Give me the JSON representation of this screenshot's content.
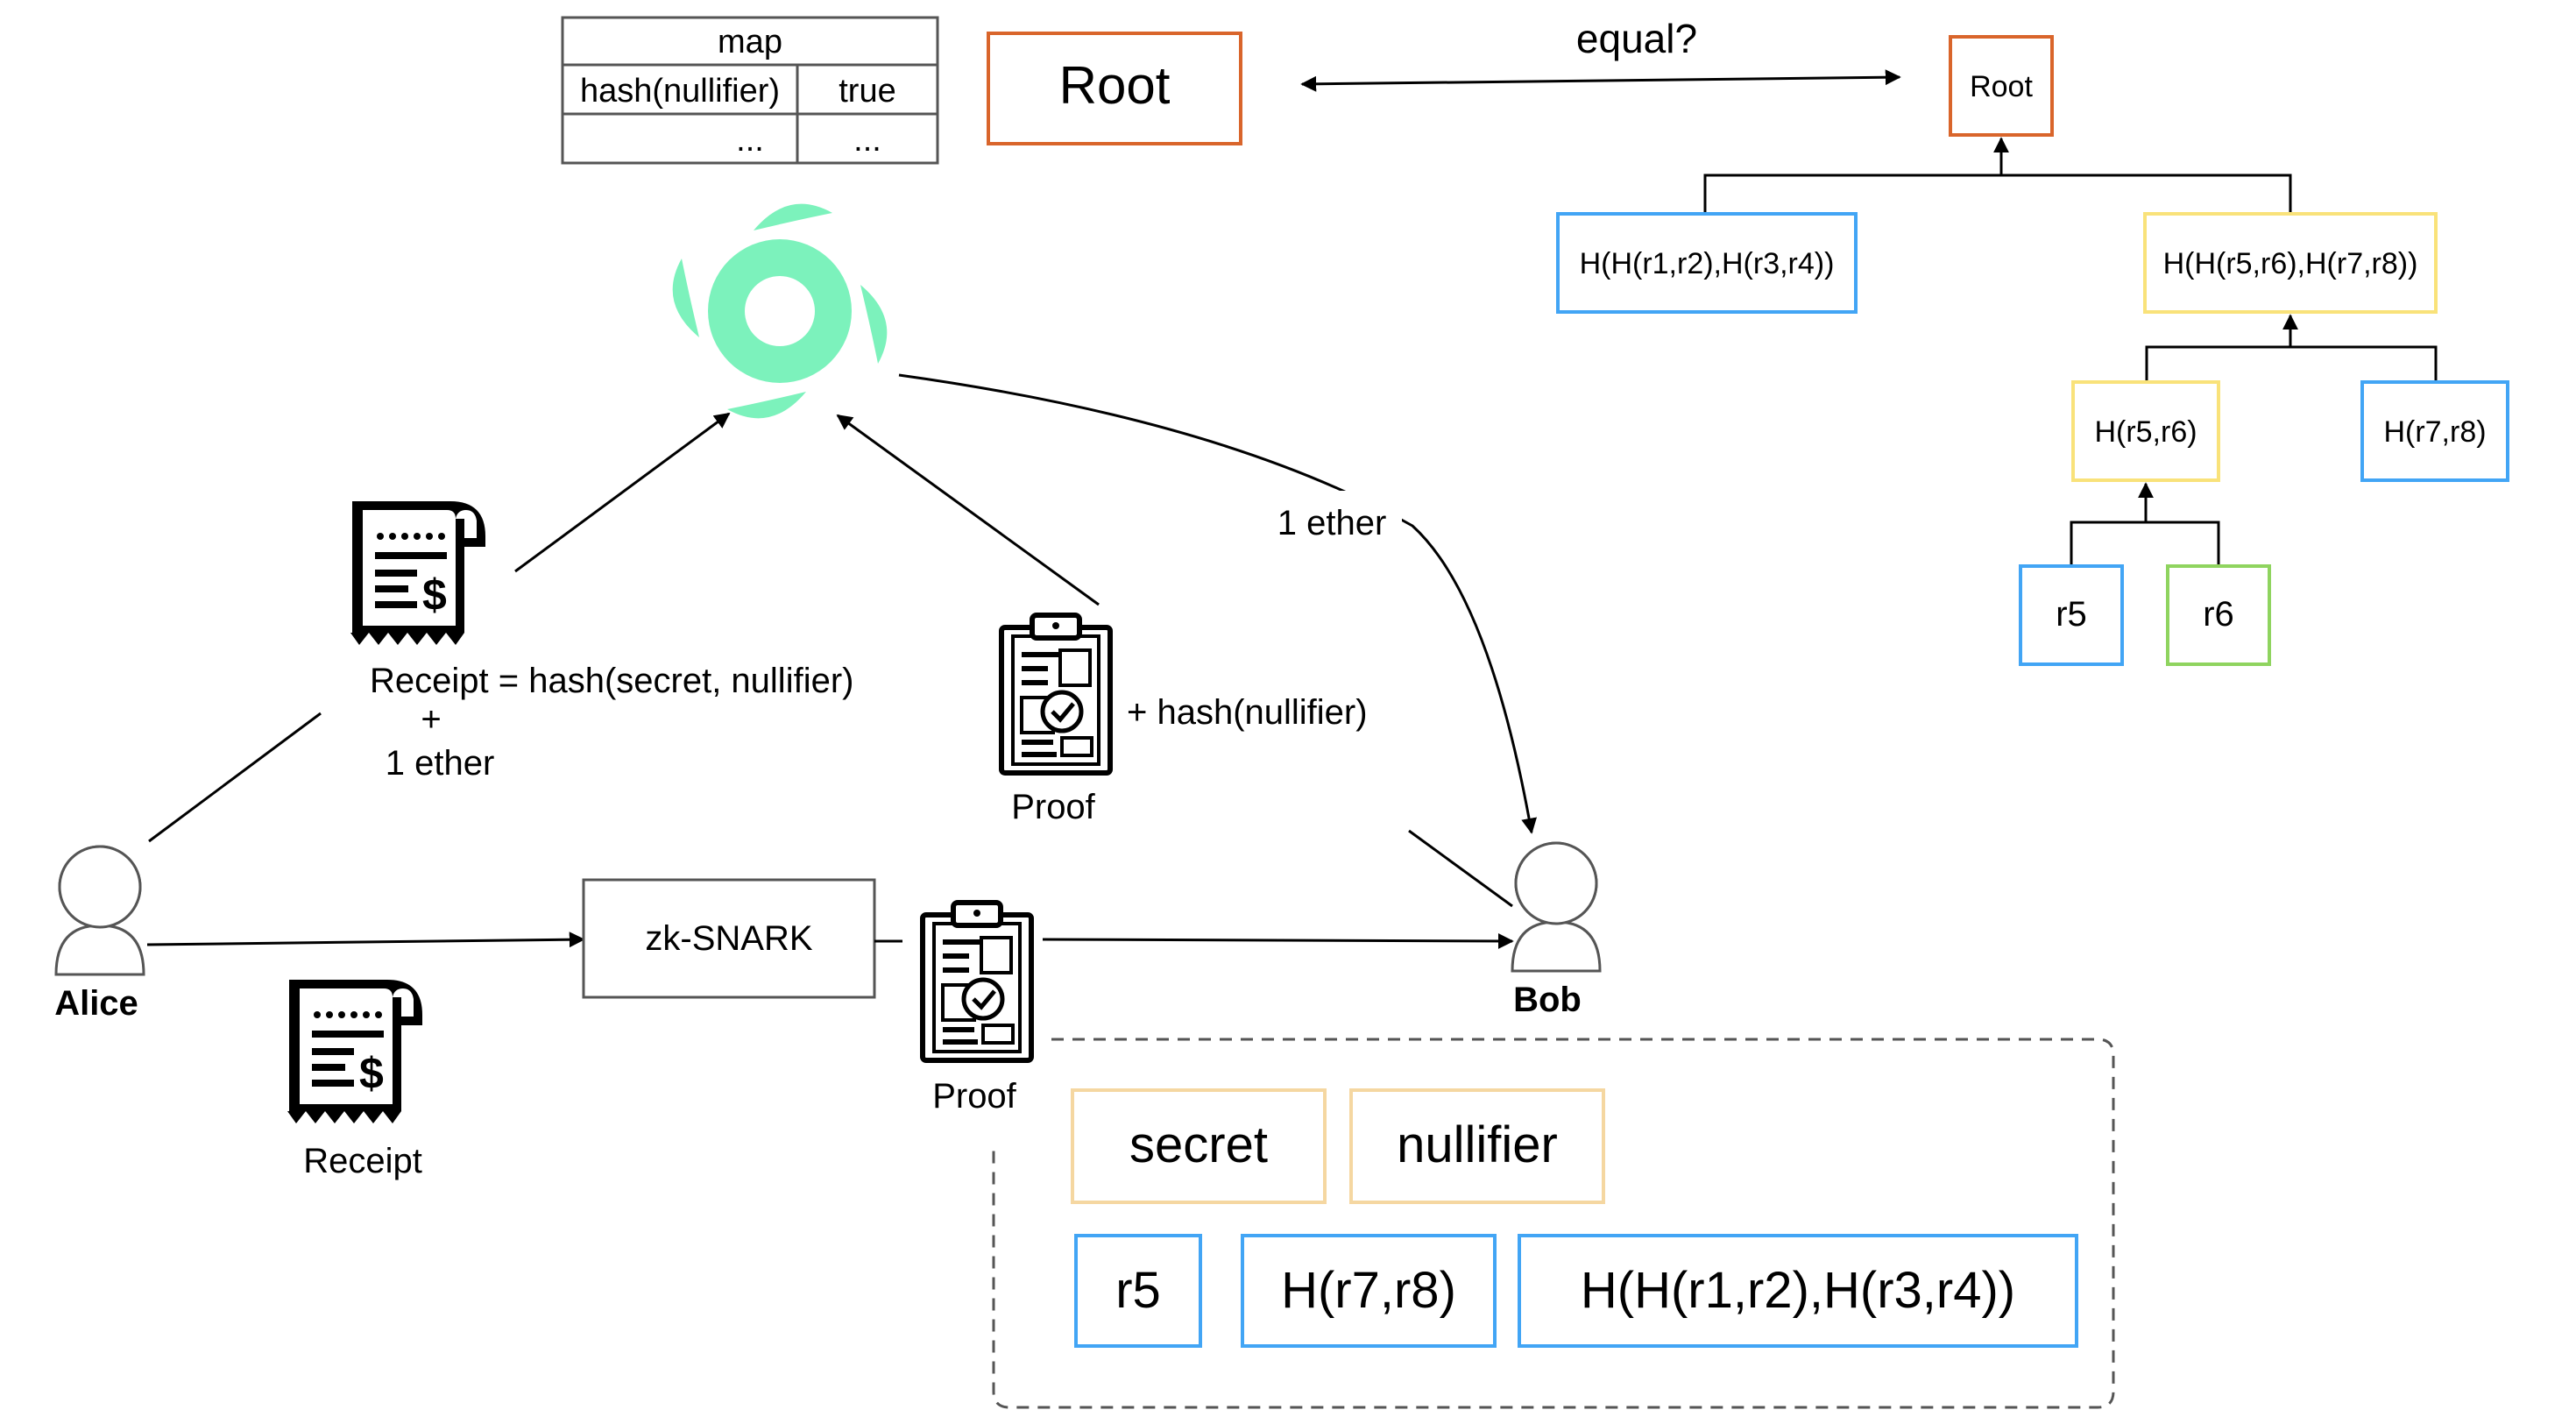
{
  "colors": {
    "blue": "#42a5f5",
    "yellow": "#f9e27a",
    "peach": "#f5d7a1",
    "green": "#8fd45f",
    "orange": "#d9652b",
    "gray": "#555555",
    "tornado": "#7cf2bc"
  },
  "map_table": {
    "title": "map",
    "header": [
      "hash(nullifier)",
      "true"
    ],
    "row": [
      "...",
      "..."
    ]
  },
  "root_box": {
    "label": "Root"
  },
  "equal_label": "equal?",
  "merkle_tree": {
    "root": "Root",
    "left_node": "H(H(r1,r2),H(r3,r4))",
    "right_node": "H(H(r5,r6),H(r7,r8))",
    "h56": "H(r5,r6)",
    "h78": "H(r7,r8)",
    "leaf_r5": "r5",
    "leaf_r6": "r6"
  },
  "icons": {
    "tornado": "tornado-cash-logo-icon",
    "receipt": "receipt-icon",
    "proof": "clipboard-check-icon",
    "person": "person-icon"
  },
  "labels": {
    "deposit_line1": "Receipt = hash(secret, nullifier)",
    "deposit_line2": "+",
    "deposit_line3": "1 ether",
    "withdraw_ether": "1 ether",
    "proof_nullifier": "+ hash(nullifier)",
    "proof_top": "Proof",
    "proof_bottom": "Proof",
    "receipt_bottom": "Receipt",
    "alice": "Alice",
    "bob": "Bob",
    "zksnark": "zk-SNARK"
  },
  "inputs": {
    "secret": "secret",
    "nullifier": "nullifier",
    "r5": "r5",
    "h78": "H(r7,r8)",
    "hleft": "H(H(r1,r2),H(r3,r4))"
  }
}
